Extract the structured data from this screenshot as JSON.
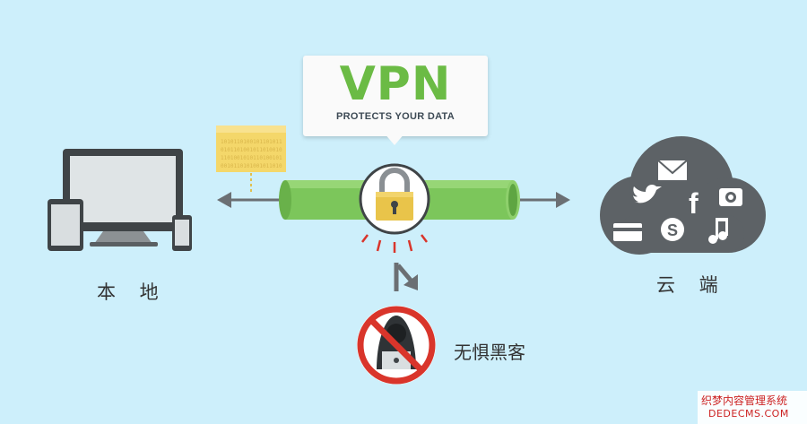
{
  "bubble": {
    "title": "VPN",
    "subtitle": "PROTECTS YOUR DATA"
  },
  "labels": {
    "local": "本 地",
    "cloud": "云 端",
    "hacker": "无惧黑客"
  },
  "watermark": {
    "line1": "织梦内容管理系统",
    "line2": "DEDECMS.COM"
  },
  "colors": {
    "background": "#cdeffb",
    "accent_green": "#6bbb45",
    "tunnel_green": "#7cc65b",
    "lock_gold": "#e9c44a",
    "danger_red": "#d9352b",
    "device_dark": "#3f4447",
    "cloud_gray": "#5d6266"
  },
  "icons": [
    "laptop-icon",
    "tablet-icon",
    "phone-icon",
    "folder-icon",
    "padlock-icon",
    "cloud-icon",
    "mail-icon",
    "twitter-icon",
    "facebook-icon",
    "camera-icon",
    "credit-card-icon",
    "skype-icon",
    "music-icon",
    "hacker-icon",
    "no-sign-icon",
    "bent-arrow-icon"
  ]
}
